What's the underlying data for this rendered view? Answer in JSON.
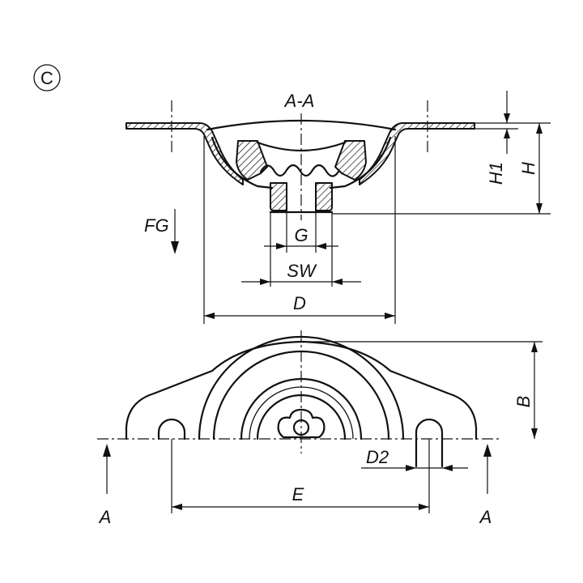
{
  "variant_label": "C",
  "section_label": "A-A",
  "dimensions": {
    "h1": "H1",
    "h": "H",
    "g": "G",
    "sw": "SW",
    "d": "D",
    "b": "B",
    "d2": "D2",
    "e": "E",
    "section_left": "A",
    "section_right": "A"
  },
  "load_label": "FG",
  "colors": {
    "ink": "#111111",
    "paper": "#ffffff"
  }
}
